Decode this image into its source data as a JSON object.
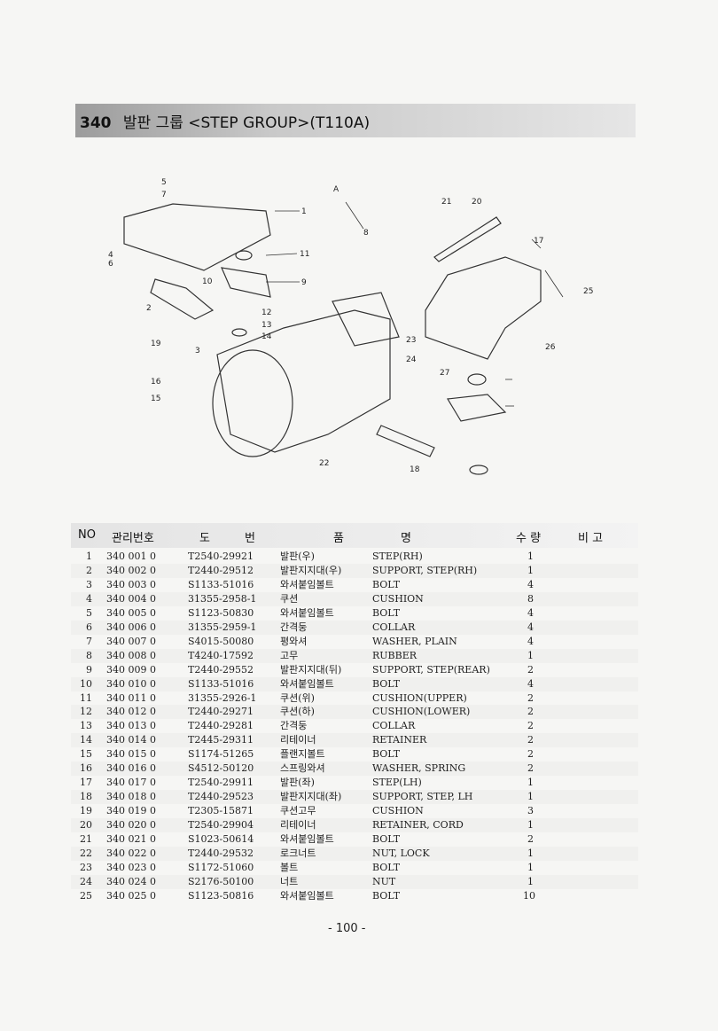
{
  "header": {
    "number": "340",
    "title": "발판 그룹 <STEP GROUP>(T110A)"
  },
  "diagram": {
    "part_labels": [
      "1",
      "2",
      "3",
      "4",
      "5",
      "6",
      "7",
      "8",
      "9",
      "10",
      "11",
      "12",
      "13",
      "14",
      "15",
      "16",
      "17",
      "18",
      "19",
      "20",
      "21",
      "22",
      "23",
      "24",
      "25",
      "26",
      "27"
    ],
    "view_label": "A"
  },
  "table": {
    "columns": [
      "NO",
      "관리번호",
      "도",
      "번",
      "품",
      "명",
      "수 량",
      "비 고"
    ],
    "rows": [
      [
        "1",
        "340 001 0",
        "T2540-29921",
        "발판(우)",
        "STEP(RH)",
        "1"
      ],
      [
        "2",
        "340 002 0",
        "T2440-29512",
        "발판지지대(우)",
        "SUPPORT, STEP(RH)",
        "1"
      ],
      [
        "3",
        "340 003 0",
        "S1133-51016",
        "와셔붙임볼트",
        "BOLT",
        "4"
      ],
      [
        "4",
        "340 004 0",
        "31355-2958-1",
        "쿠션",
        "CUSHION",
        "8"
      ],
      [
        "5",
        "340 005 0",
        "S1123-50830",
        "와셔붙임볼트",
        "BOLT",
        "4"
      ],
      [
        "6",
        "340 006 0",
        "31355-2959-1",
        "간격둥",
        "COLLAR",
        "4"
      ],
      [
        "7",
        "340 007 0",
        "S4015-50080",
        "평와셔",
        "WASHER, PLAIN",
        "4"
      ],
      [
        "8",
        "340 008 0",
        "T4240-17592",
        "고무",
        "RUBBER",
        "1"
      ],
      [
        "9",
        "340 009 0",
        "T2440-29552",
        "발판지지대(뒤)",
        "SUPPORT, STEP(REAR)",
        "2"
      ],
      [
        "10",
        "340 010 0",
        "S1133-51016",
        "와셔붙임볼트",
        "BOLT",
        "4"
      ],
      [
        "11",
        "340 011 0",
        "31355-2926-1",
        "쿠션(위)",
        "CUSHION(UPPER)",
        "2"
      ],
      [
        "12",
        "340 012 0",
        "T2440-29271",
        "쿠션(하)",
        "CUSHION(LOWER)",
        "2"
      ],
      [
        "13",
        "340 013 0",
        "T2440-29281",
        "간격둥",
        "COLLAR",
        "2"
      ],
      [
        "14",
        "340 014 0",
        "T2445-29311",
        "리테이너",
        "RETAINER",
        "2"
      ],
      [
        "15",
        "340 015 0",
        "S1174-51265",
        "플랜지볼트",
        "BOLT",
        "2"
      ],
      [
        "16",
        "340 016 0",
        "S4512-50120",
        "스프링와셔",
        "WASHER, SPRING",
        "2"
      ],
      [
        "17",
        "340 017 0",
        "T2540-29911",
        "발판(좌)",
        "STEP(LH)",
        "1"
      ],
      [
        "18",
        "340 018 0",
        "T2440-29523",
        "발판지지대(좌)",
        "SUPPORT, STEP, LH",
        "1"
      ],
      [
        "19",
        "340 019 0",
        "T2305-15871",
        "쿠션고무",
        "CUSHION",
        "3"
      ],
      [
        "20",
        "340 020 0",
        "T2540-29904",
        "리테이너",
        "RETAINER, CORD",
        "1"
      ],
      [
        "21",
        "340 021 0",
        "S1023-50614",
        "와셔붙임볼트",
        "BOLT",
        "2"
      ],
      [
        "22",
        "340 022 0",
        "T2440-29532",
        "로크너트",
        "NUT, LOCK",
        "1"
      ],
      [
        "23",
        "340 023 0",
        "S1172-51060",
        "볼트",
        "BOLT",
        "1"
      ],
      [
        "24",
        "340 024 0",
        "S2176-50100",
        "너트",
        "NUT",
        "1"
      ],
      [
        "25",
        "340 025 0",
        "S1123-50816",
        "와셔붙임볼트",
        "BOLT",
        "10"
      ]
    ]
  },
  "footer": {
    "page": "- 100 -"
  }
}
